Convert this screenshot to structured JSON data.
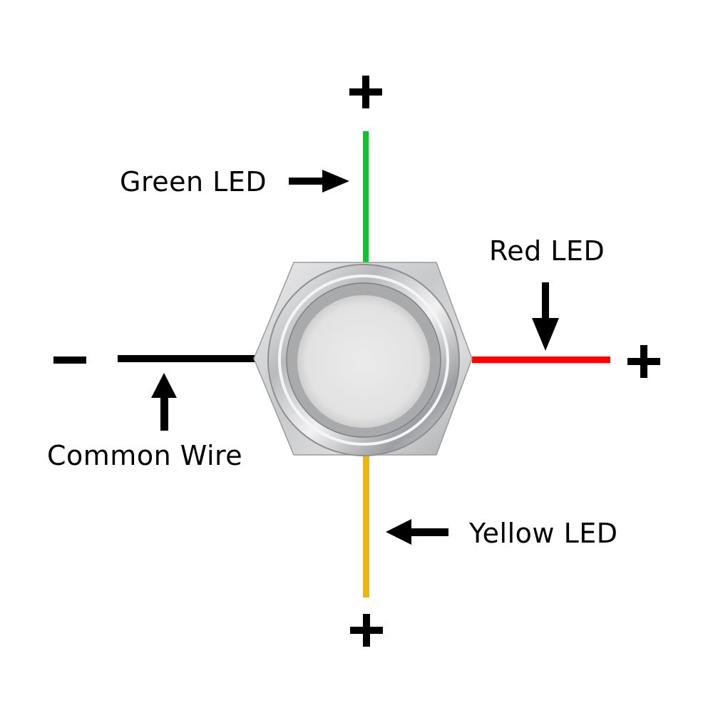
{
  "diagram": {
    "title": "LED indicator push button wiring",
    "wires": [
      {
        "id": "green",
        "label": "Green LED",
        "polarity": "+",
        "color": "#0fc42d",
        "direction": "top"
      },
      {
        "id": "red",
        "label": "Red LED",
        "polarity": "+",
        "color": "#ff0000",
        "direction": "right"
      },
      {
        "id": "yellow",
        "label": "Yellow LED",
        "polarity": "+",
        "color": "#f2b600",
        "direction": "bottom"
      },
      {
        "id": "common",
        "label": "Common Wire",
        "polarity": "−",
        "color": "#000000",
        "direction": "left"
      }
    ],
    "component": "stainless steel LED push button (front view)"
  }
}
